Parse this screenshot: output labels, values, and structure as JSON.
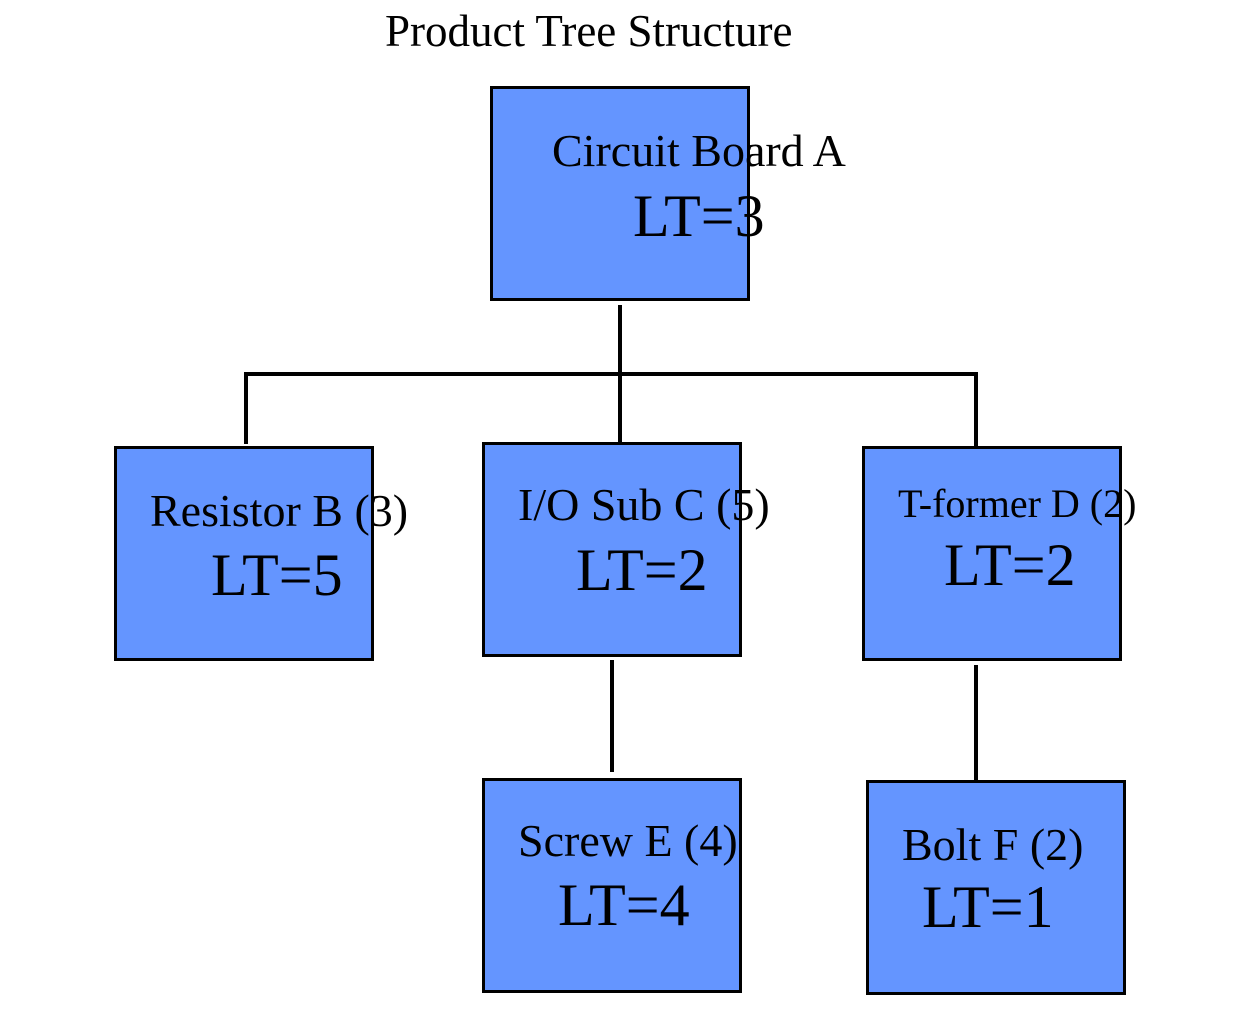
{
  "title": "Product Tree Structure",
  "colors": {
    "box_fill": "#6495ff",
    "stroke": "#000000"
  },
  "nodes": {
    "a": {
      "name": "Circuit Board A",
      "lead_time": "LT=3"
    },
    "b": {
      "name": "Resistor B (3)",
      "lead_time": "LT=5"
    },
    "c": {
      "name": "I/O Sub C (5)",
      "lead_time": "LT=2"
    },
    "d": {
      "name": "T-former D (2)",
      "lead_time": "LT=2"
    },
    "e": {
      "name": "Screw E (4)",
      "lead_time": "LT=4"
    },
    "f": {
      "name": "Bolt F (2)",
      "lead_time": "LT=1"
    }
  }
}
